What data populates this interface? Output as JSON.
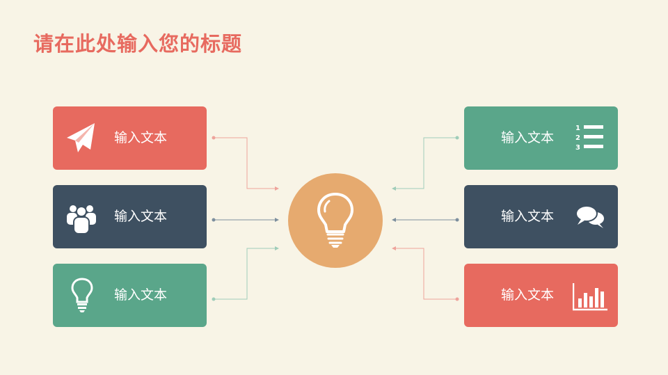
{
  "title": "请在此处输入您的标题",
  "colors": {
    "background": "#f8f4e6",
    "red": "#e76a5f",
    "navy": "#3e5061",
    "green": "#5aa68a",
    "orange": "#e6aa6f"
  },
  "left_cards": [
    {
      "label": "输入文本",
      "icon": "paper-plane-icon",
      "color": "#e76a5f"
    },
    {
      "label": "输入文本",
      "icon": "users-group-icon",
      "color": "#3e5061"
    },
    {
      "label": "输入文本",
      "icon": "lightbulb-icon",
      "color": "#5aa68a"
    }
  ],
  "right_cards": [
    {
      "label": "输入文本",
      "icon": "numbered-list-icon",
      "color": "#5aa68a"
    },
    {
      "label": "输入文本",
      "icon": "chat-bubbles-icon",
      "color": "#3e5061"
    },
    {
      "label": "输入文本",
      "icon": "bar-chart-icon",
      "color": "#e76a5f"
    }
  ],
  "hub": {
    "icon": "lightbulb-icon",
    "color": "#e6aa6f"
  }
}
